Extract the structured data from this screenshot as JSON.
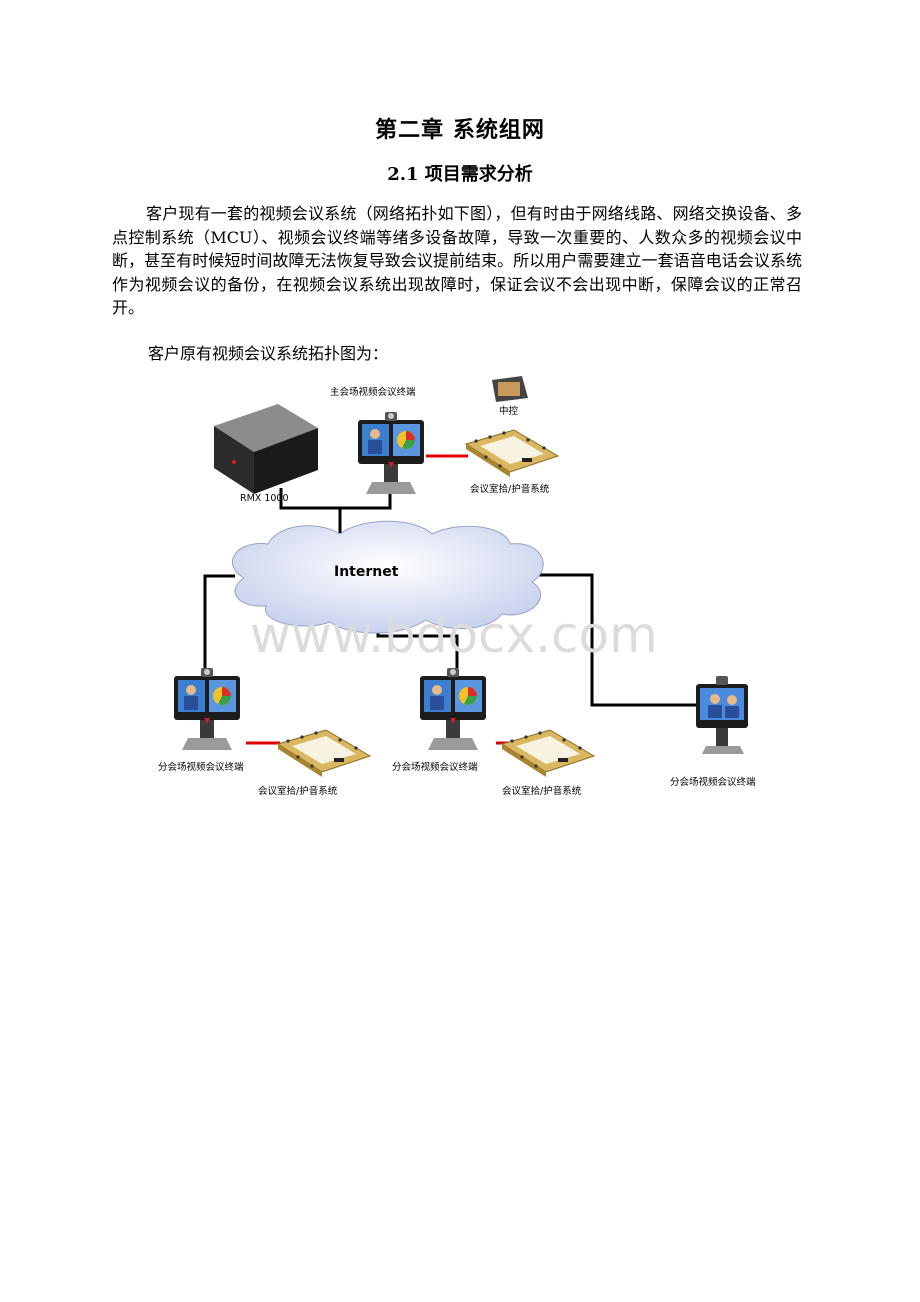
{
  "chapter_title": "第二章 系统组网",
  "section_title": "2.1 项目需求分析",
  "paragraph": "客户现有一套的视频会议系统（网络拓扑如下图），但有时由于网络线路、网络交换设备、多点控制系统（MCU）、视频会议终端等绪多设备故障，导致一次重要的、人数众多的视频会议中断，甚至有时候短时间故障无法恢复导致会议提前结束。所以用户需要建立一套语音电话会议系统作为视频会议的备份，在视频会议系统出现故障时，保证会议不会出现中断，保障会议的正常召开。",
  "diagram_caption": "客户原有视频会议系统拓扑图为：",
  "diagram": {
    "main_terminal": "主会场视频会议终端",
    "central_control": "中控",
    "mcu": "RMX 1000",
    "audio_system_main": "会议室拾/护音系统",
    "internet": "Internet",
    "branch_terminal_1": "分会场视频会议终端",
    "audio_system_1": "会议室拾/护音系统",
    "branch_terminal_2": "分会场视频会议终端",
    "audio_system_2": "会议室拾/护音系统",
    "branch_terminal_3": "分会场视频会议终端",
    "watermark": "www.bdocx.com",
    "colors": {
      "link": "#000000",
      "audio_link": "#e00000",
      "cloud": "#e8ecf8"
    }
  }
}
